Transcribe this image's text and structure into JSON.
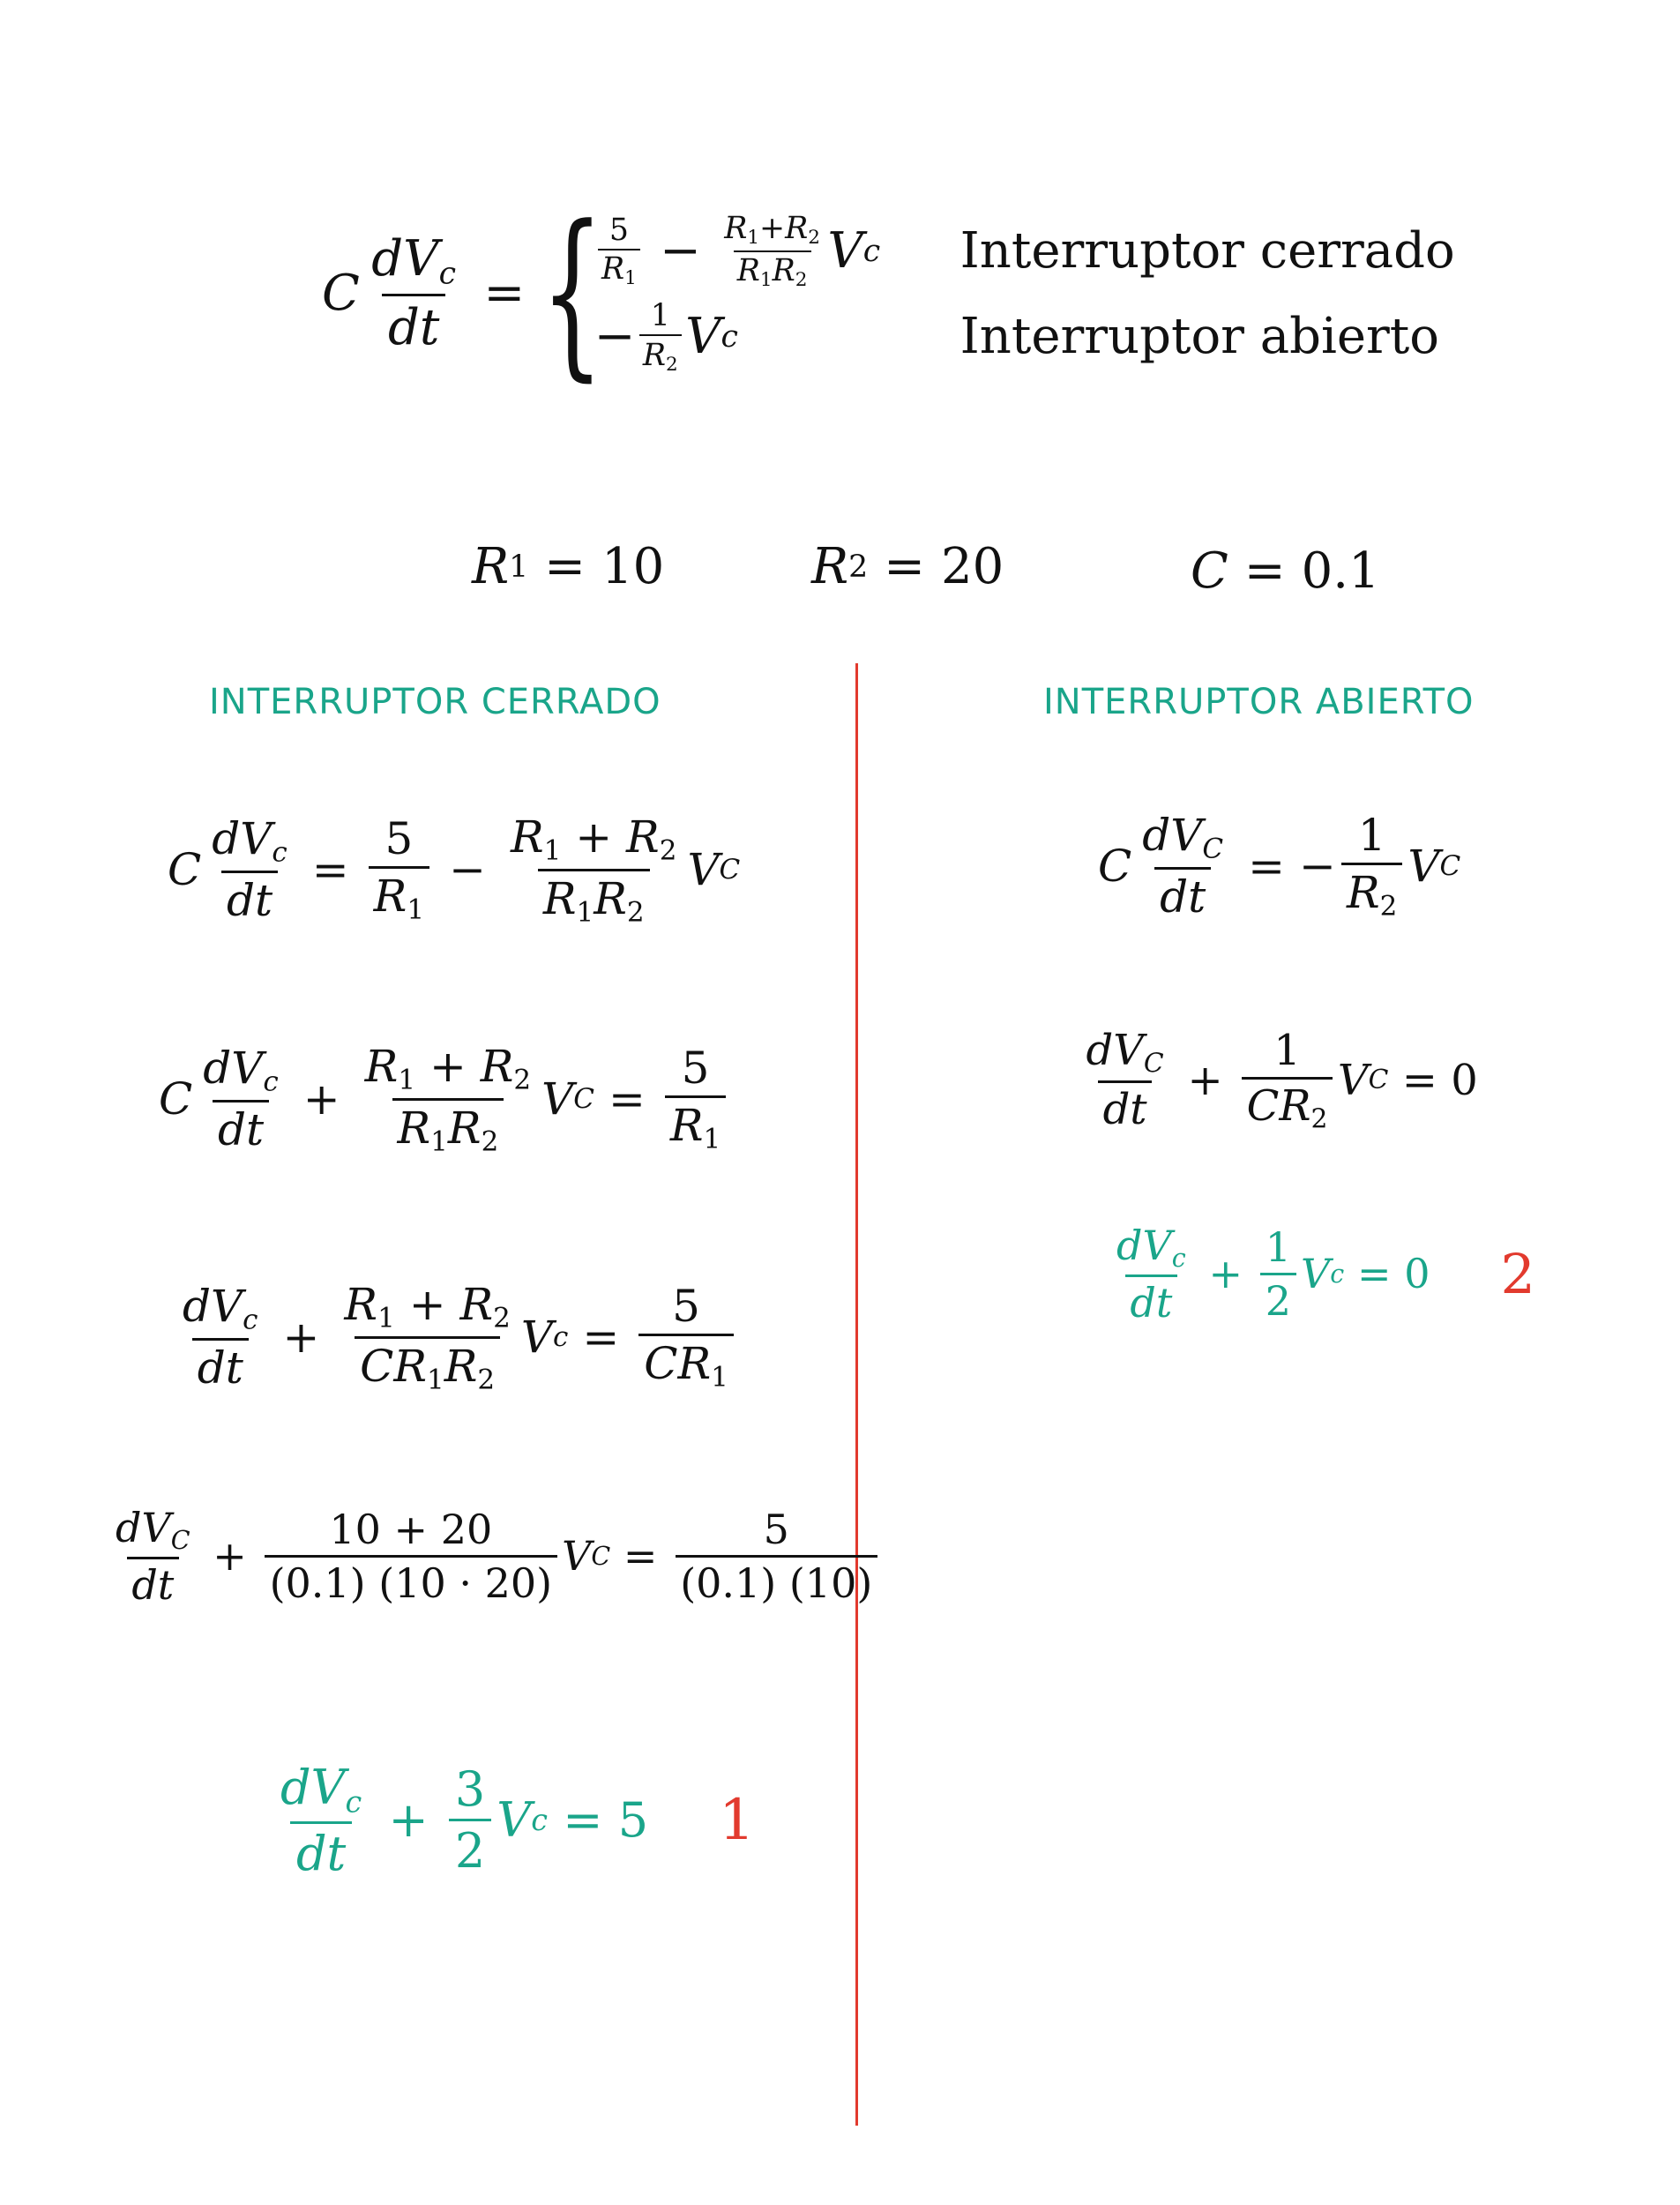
{
  "top": {
    "case1_label": "Interruptor cerrado",
    "case2_label": "Interruptor abierto"
  },
  "params": {
    "r1": "10",
    "r2": "20",
    "c": "0.1"
  },
  "sections": {
    "closed_header": "INTERRUPTOR CERRADO",
    "open_header": "INTERRUPTOR ABIERTO"
  },
  "closed": {
    "step4_num_left": "10 + 20",
    "step4_den_left": "(0.1) (10 · 20)",
    "step4_num_right": "5",
    "step4_den_right": "(0.1) (10)",
    "result_coef_num": "3",
    "result_coef_den": "2",
    "result_rhs": "5",
    "result_tag": "1"
  },
  "open": {
    "result_coef_num": "1",
    "result_coef_den": "2",
    "result_rhs": "0",
    "result_tag": "2"
  },
  "colors": {
    "accent": "#1aa58a",
    "marker": "#e23a2e"
  }
}
